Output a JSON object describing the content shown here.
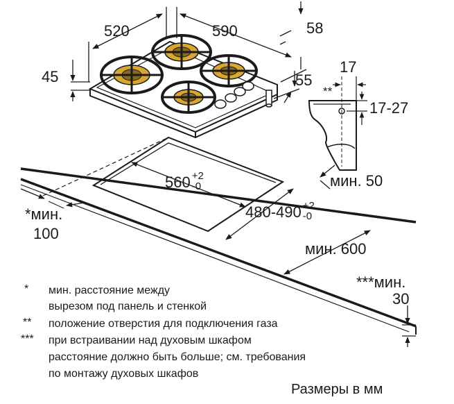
{
  "dimensions": {
    "hob_depth": "520",
    "hob_width": "590",
    "edge_offset": "58",
    "hob_height": "45",
    "below_height": "55",
    "gas_offset": "17",
    "gas_range": "17-27",
    "cutout_depth_main": "560",
    "cutout_depth_tol_plus": "+2",
    "cutout_depth_tol_minus": "-0",
    "cutout_width_main": "480-490",
    "cutout_width_tol_plus": "+2",
    "cutout_width_tol_minus": "-0",
    "min_back": "мин. 50",
    "min_wall_line1": "*мин.",
    "min_wall_line2": "100",
    "min_depth": "мин. 600",
    "min_oven_line1": "***мин.",
    "min_oven_line2": "30",
    "gas_marker": "**"
  },
  "notes": [
    {
      "mark": "*",
      "lines": [
        "мин. расстояние между",
        "вырезом под панель и стенкой"
      ]
    },
    {
      "mark": "**",
      "lines": [
        "положение отверстия для подключения газа"
      ]
    },
    {
      "mark": "***",
      "lines": [
        "при встраивании над духовым шкафом",
        "расстояние должно быть больше; см. требования",
        "по монтажу духовых шкафов"
      ]
    }
  ],
  "caption": "Размеры в мм"
}
